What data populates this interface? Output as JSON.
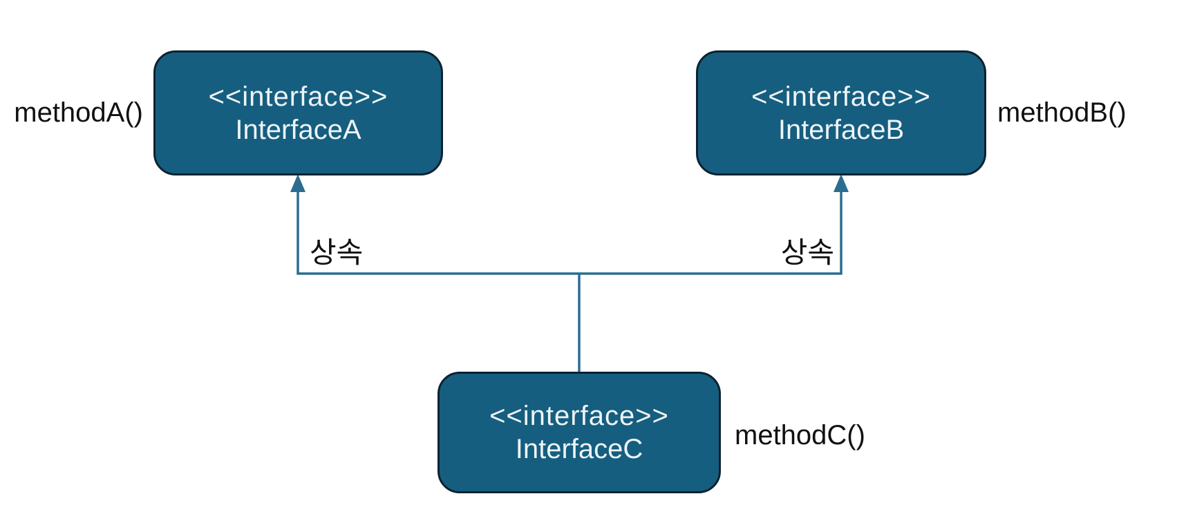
{
  "diagram": {
    "background": "#ffffff",
    "node_fill": "#165e7f",
    "node_border": "#0c2230",
    "node_text_color": "#eef4f7",
    "connector_color": "#2b6d91",
    "label_color": "#111111",
    "nodes": [
      {
        "stereotype": "<<interface>>",
        "name": "InterfaceA",
        "method": "methodA()"
      },
      {
        "stereotype": "<<interface>>",
        "name": "InterfaceB",
        "method": "methodB()"
      },
      {
        "stereotype": "<<interface>>",
        "name": "InterfaceC",
        "method": "methodC()"
      }
    ],
    "edges": [
      {
        "from": "InterfaceC",
        "to": "InterfaceA",
        "label": "상속"
      },
      {
        "from": "InterfaceC",
        "to": "InterfaceB",
        "label": "상속"
      }
    ]
  }
}
